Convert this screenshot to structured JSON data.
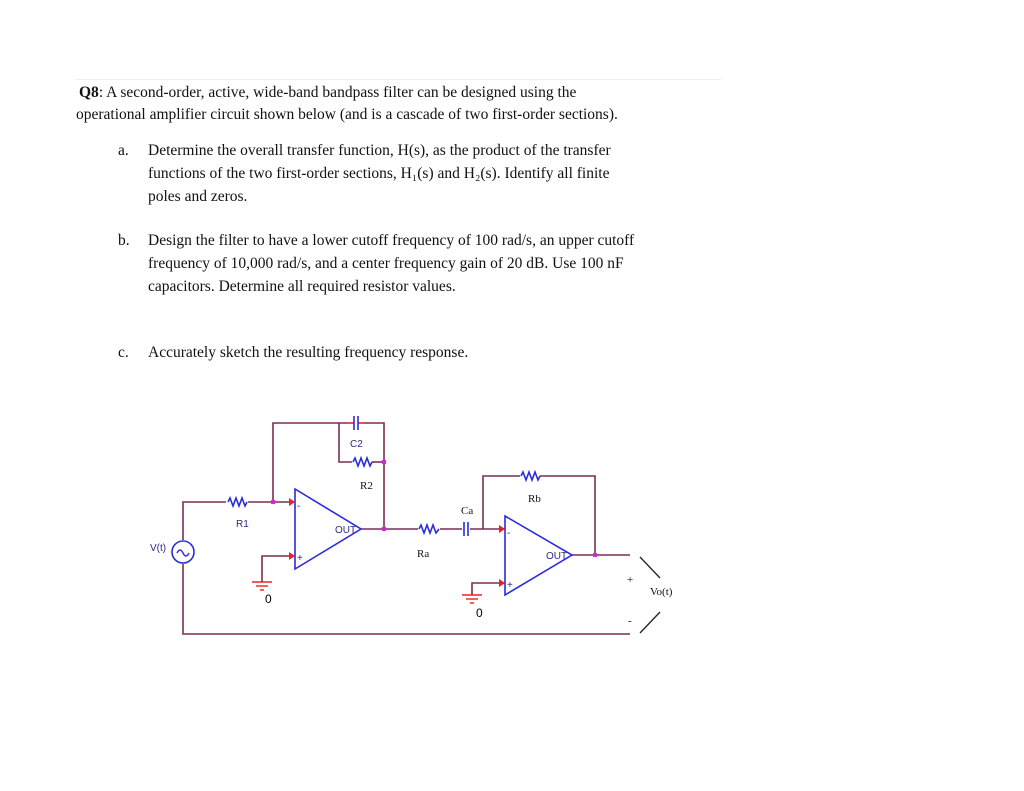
{
  "question": {
    "label": "Q8",
    "intro_line1": ": A second-order, active, wide-band bandpass filter can be designed using the",
    "intro_line2": "operational amplifier circuit shown below (and is a cascade of two first-order sections)."
  },
  "parts": [
    {
      "label": "a.",
      "lines": [
        "Determine the overall transfer function, H(s), as the product of the transfer",
        "functions of the two first-order sections, H₁(s) and H₂(s). Identify all finite",
        "poles and zeros."
      ]
    },
    {
      "label": "b.",
      "lines": [
        "Design the filter to have a lower cutoff frequency of 100 rad/s, an upper cutoff",
        "frequency of 10,000 rad/s, and a center frequency gain of 20 dB. Use 100 nF",
        "capacitors. Determine all required resistor values."
      ]
    },
    {
      "label": "c.",
      "lines": [
        "Accurately sketch the resulting frequency response."
      ]
    }
  ],
  "circuit": {
    "source": "V(t)",
    "r1": "R1",
    "c2": "C2",
    "r2": "R2",
    "ra": "Ra",
    "ca": "Ca",
    "rb": "Rb",
    "opamp_out": "OUT",
    "minus": "-",
    "plus": "+",
    "ground": "0",
    "output": "Vo(t)",
    "out_plus": "+",
    "out_minus": "-"
  }
}
